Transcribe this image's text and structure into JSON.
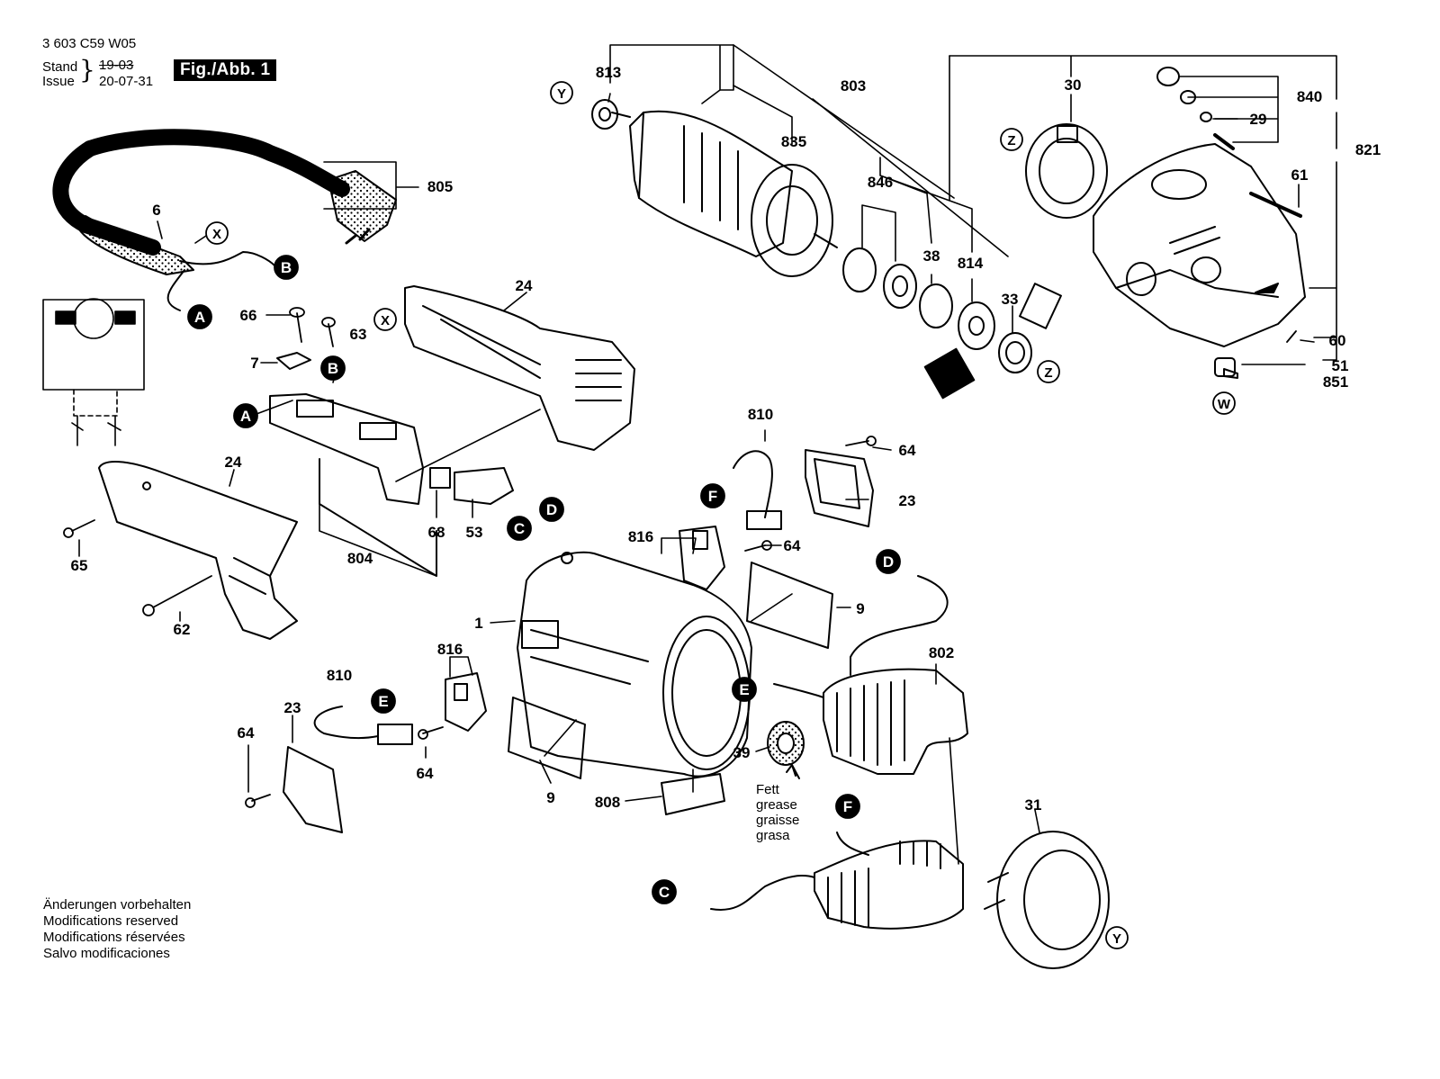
{
  "header": {
    "doc_number": "3 603 C59 W05",
    "stand_label": "Stand",
    "issue_label": "Issue",
    "stand_date": "19-03",
    "issue_date": "20-07-31",
    "figure_label": "Fig./Abb. 1"
  },
  "footer_notes": [
    "Änderungen vorbehalten",
    "Modifications reserved",
    "Modifications réservées",
    "Salvo modificaciones"
  ],
  "grease_note": [
    "Fett",
    "grease",
    "graisse",
    "grasa"
  ],
  "part_numbers": [
    "813",
    "803",
    "835",
    "846",
    "38",
    "814",
    "33",
    "30",
    "840",
    "29",
    "821",
    "61",
    "60",
    "51",
    "851",
    "805",
    "6",
    "24",
    "66",
    "63",
    "7",
    "65",
    "62",
    "68",
    "53",
    "804",
    "810",
    "64",
    "23",
    "816",
    "9",
    "1",
    "802",
    "39",
    "808",
    "31"
  ],
  "callout_letters": [
    "A",
    "B",
    "C",
    "D",
    "E",
    "F",
    "X",
    "Y",
    "Z",
    "W"
  ],
  "colors": {
    "line": "#000000",
    "background": "#ffffff",
    "badge_bg": "#000000",
    "badge_text": "#ffffff"
  }
}
